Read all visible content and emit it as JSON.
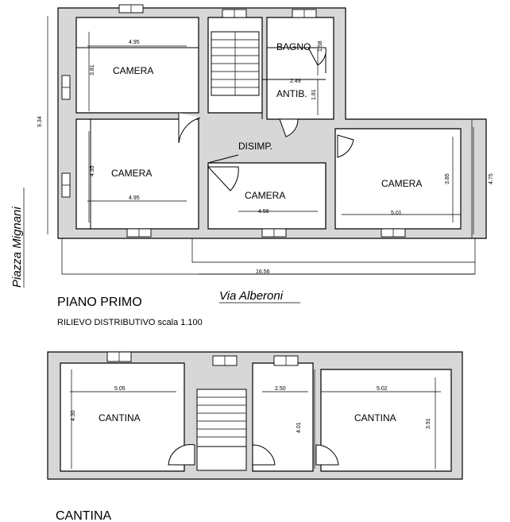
{
  "upper_floor": {
    "title": "PIANO PRIMO",
    "subtitle": "RILIEVO DISTRIBUTIVO   scala 1.100",
    "street_left": "Piazza Mignani",
    "street_bottom": "Via Alberoni",
    "rooms": {
      "camera_top_left": "CAMERA",
      "camera_mid_left": "CAMERA",
      "bagno": "BAGNO",
      "antib": "ANTIB.",
      "disimp": "DISIMP.",
      "camera_center": "CAMERA",
      "camera_right": "CAMERA"
    },
    "dimensions": {
      "d1": "4.95",
      "d2": "3.81",
      "d3": "4.35",
      "d4": "4.95",
      "d5": "1.58",
      "d6": "2.49",
      "d7": "1.81",
      "d8": "4.58",
      "d9": "5.01",
      "d10": "3.85",
      "d11": "4.75",
      "d12": "9.34",
      "d13": "16.56"
    }
  },
  "cellar": {
    "title": "CANTINA",
    "rooms": {
      "cantina_left": "CANTINA",
      "cantina_right": "CANTINA"
    },
    "dimensions": {
      "d1": "5.05",
      "d2": "4.30",
      "d3": "2.50",
      "d4": "5.02",
      "d5": "4.01",
      "d6": "3.91"
    }
  }
}
